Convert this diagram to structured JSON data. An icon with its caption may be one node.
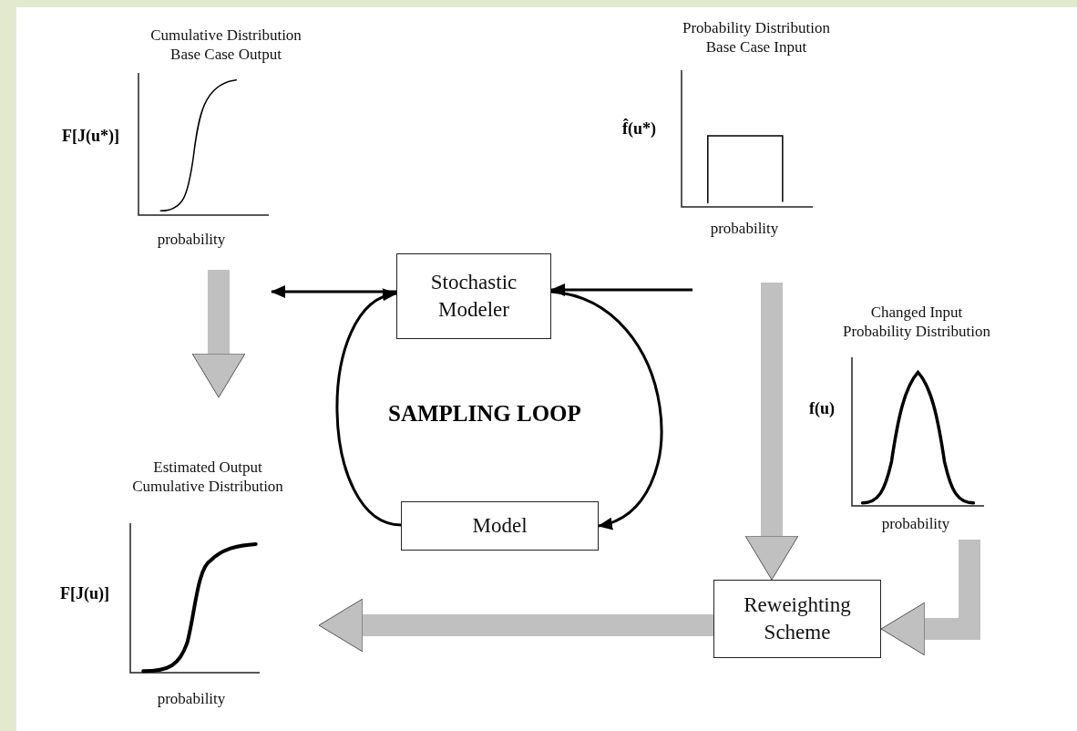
{
  "diagram": {
    "nodes": [
      {
        "text": [
          "Cumulative Distribution Base Case Output",
          "F[J(u*)]",
          "probability"
        ]
      },
      {
        "text": [
          "Probability Distribution Base Case Input",
          "f̂(u*)",
          "probability"
        ]
      },
      {
        "text": [
          "Stochastic Modeler"
        ]
      },
      {
        "text": [
          "Changed Input Probability Distribution",
          "f(u)",
          "probability"
        ]
      },
      {
        "text": [
          "Model"
        ]
      },
      {
        "text": [
          "Estimated Output Cumulative Distribution",
          "F[J(u)]",
          "probability"
        ]
      },
      {
        "text": [
          "Reweighting Scheme"
        ]
      }
    ],
    "edges": [
      {
        "from": 0,
        "to": 5,
        "arrow": "to",
        "style": "thick",
        "color": "#c0c0c0"
      },
      {
        "from": 1,
        "to": 6,
        "arrow": "to",
        "style": "thick",
        "color": "#c0c0c0"
      },
      {
        "from": 3,
        "to": 6,
        "arrow": "to",
        "style": "thick",
        "color": "#c0c0c0"
      },
      {
        "from": 6,
        "to": 5,
        "arrow": "to",
        "style": "thick",
        "color": "#c0c0c0"
      },
      {
        "from": 2,
        "to": null,
        "arrow": "to",
        "color": "#000000"
      },
      {
        "from": null,
        "to": 2,
        "arrow": "to",
        "color": "#000000"
      },
      {
        "from": 4,
        "to": 2,
        "arrow": "to",
        "color": "#000000"
      },
      {
        "from": 2,
        "to": 4,
        "arrow": "to",
        "color": "#000000"
      }
    ],
    "labels": [
      "SAMPLING LOOP"
    ]
  }
}
